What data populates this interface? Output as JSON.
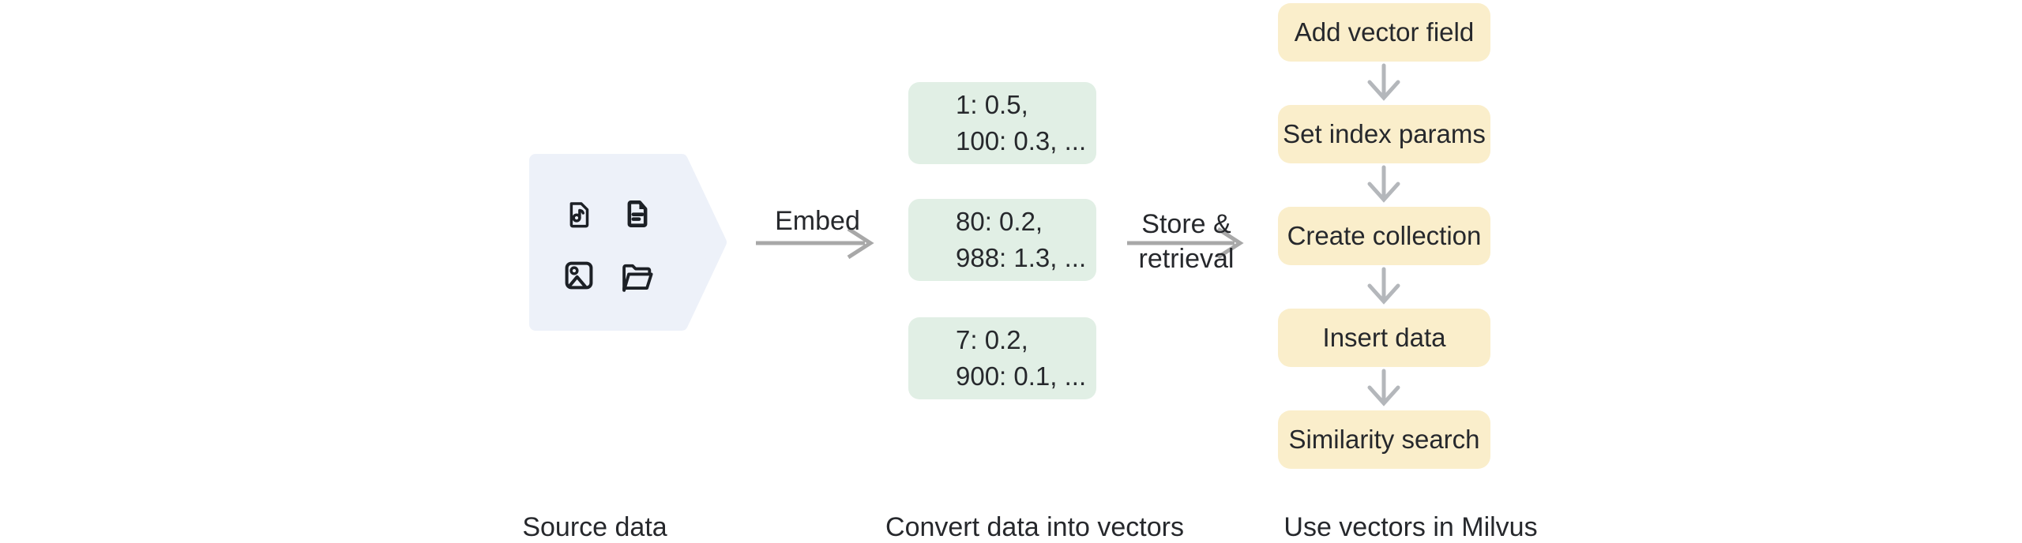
{
  "figure": {
    "background_color": "#ffffff",
    "text_color": "#26282c",
    "source": {
      "label": "Source data",
      "shape_color": "#edf1f9",
      "icon_color": "#1c2026",
      "icons": [
        {
          "name": "audio-file-icon"
        },
        {
          "name": "text-file-icon"
        },
        {
          "name": "image-file-icon"
        },
        {
          "name": "open-folder-icon"
        }
      ]
    },
    "embed_arrow": {
      "label": "Embed"
    },
    "vectors": {
      "label": "Convert data into vectors",
      "box_color": "#e1efe5",
      "boxes": [
        {
          "line1": "1: 0.5,",
          "line2": "100: 0.3, ..."
        },
        {
          "line1": "80: 0.2,",
          "line2": "988: 1.3, ..."
        },
        {
          "line1": "7: 0.2,",
          "line2": "900: 0.1, ..."
        }
      ]
    },
    "store_arrow": {
      "line1": "Store &",
      "line2": "retrieval"
    },
    "milvus": {
      "label": "Use vectors in Milvus",
      "box_color": "#faeecb",
      "steps": [
        {
          "label": "Add vector field"
        },
        {
          "label": "Set index params"
        },
        {
          "label": "Create collection"
        },
        {
          "label": "Insert data"
        },
        {
          "label": "Similarity search"
        }
      ]
    },
    "arrow_colors": {
      "horizontal": "#a8a8a8",
      "vertical": "#b4b7bb"
    }
  }
}
